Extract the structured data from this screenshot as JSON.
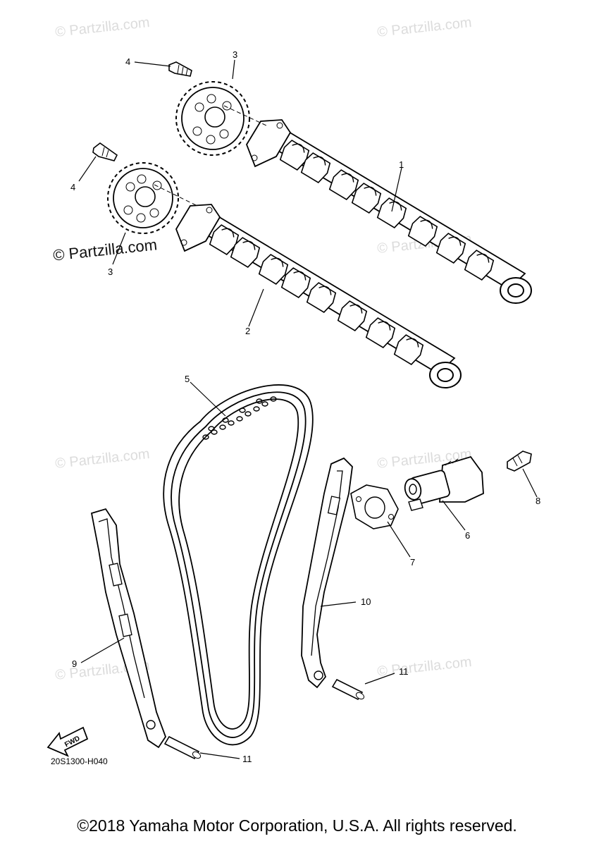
{
  "watermark": "© Partzilla.com",
  "callouts": {
    "c1": "1",
    "c2": "2",
    "c3a": "3",
    "c3b": "3",
    "c4a": "4",
    "c4b": "4",
    "c5": "5",
    "c6": "6",
    "c7": "7",
    "c8": "8",
    "c9": "9",
    "c10": "10",
    "c11a": "11",
    "c11b": "11"
  },
  "fwd_label": "FWD",
  "diagram_ref": "20S1300-H040",
  "copyright": "©2018 Yamaha Motor Corporation, U.S.A. All rights reserved."
}
